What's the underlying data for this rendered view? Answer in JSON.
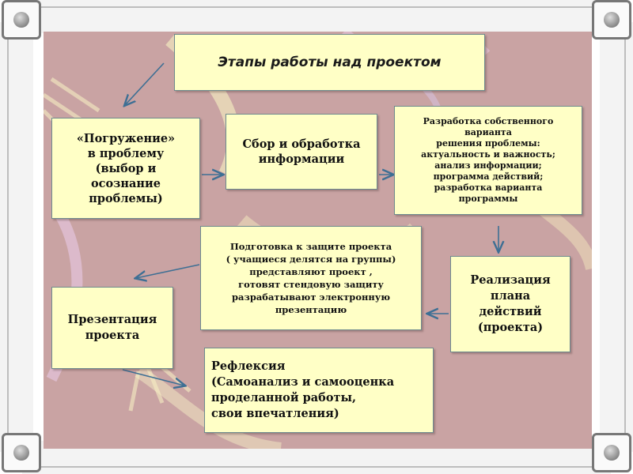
{
  "title": "Этапы работы над проектом",
  "steps": {
    "immersion": "«Погружение»\nв проблему\n(выбор и\nосознание\nпроблемы)",
    "collection": "Сбор и обработка\nинформации",
    "development": "Разработка собственного\nварианта\nрешения проблемы:\nактуальность и важность;\nанализ информации;\nпрограмма действий;\nразработка варианта\nпрограммы",
    "implementation": "Реализация\nплана\nдействий\n(проекта)",
    "defense_prep": "Подготовка к защите проекта\n( учащиеся делятся на группы)\nпредставляют проект ,\nготовят стендовую защиту\nразрабатывают электронную\nпрезентацию",
    "presentation": "Презентация\nпроекта",
    "reflection": "Рефлексия\n(Самоанализ и самооценка\nпроделанной работы,\nсвои впечатления)"
  },
  "colors": {
    "slide_background": "#c9a3a3",
    "box_fill": "#ffffc6",
    "arrow": "#3d6f94"
  }
}
